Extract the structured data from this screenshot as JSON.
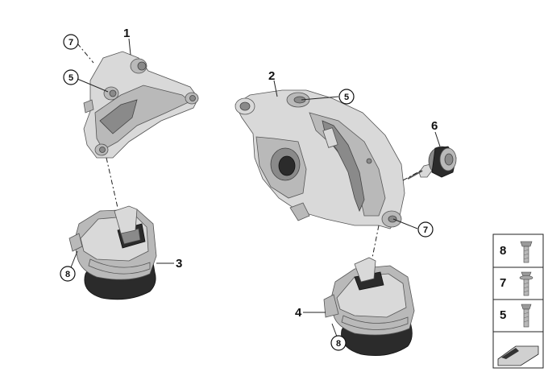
{
  "callouts": {
    "c1": "1",
    "c2": "2",
    "c3": "3",
    "c4": "4",
    "c5a": "5",
    "c5b": "5",
    "c6": "6",
    "c7a": "7",
    "c7b": "7",
    "c8a": "8",
    "c8b": "8"
  },
  "legend": {
    "items": [
      {
        "label": "8"
      },
      {
        "label": "7"
      },
      {
        "label": "5"
      }
    ]
  }
}
